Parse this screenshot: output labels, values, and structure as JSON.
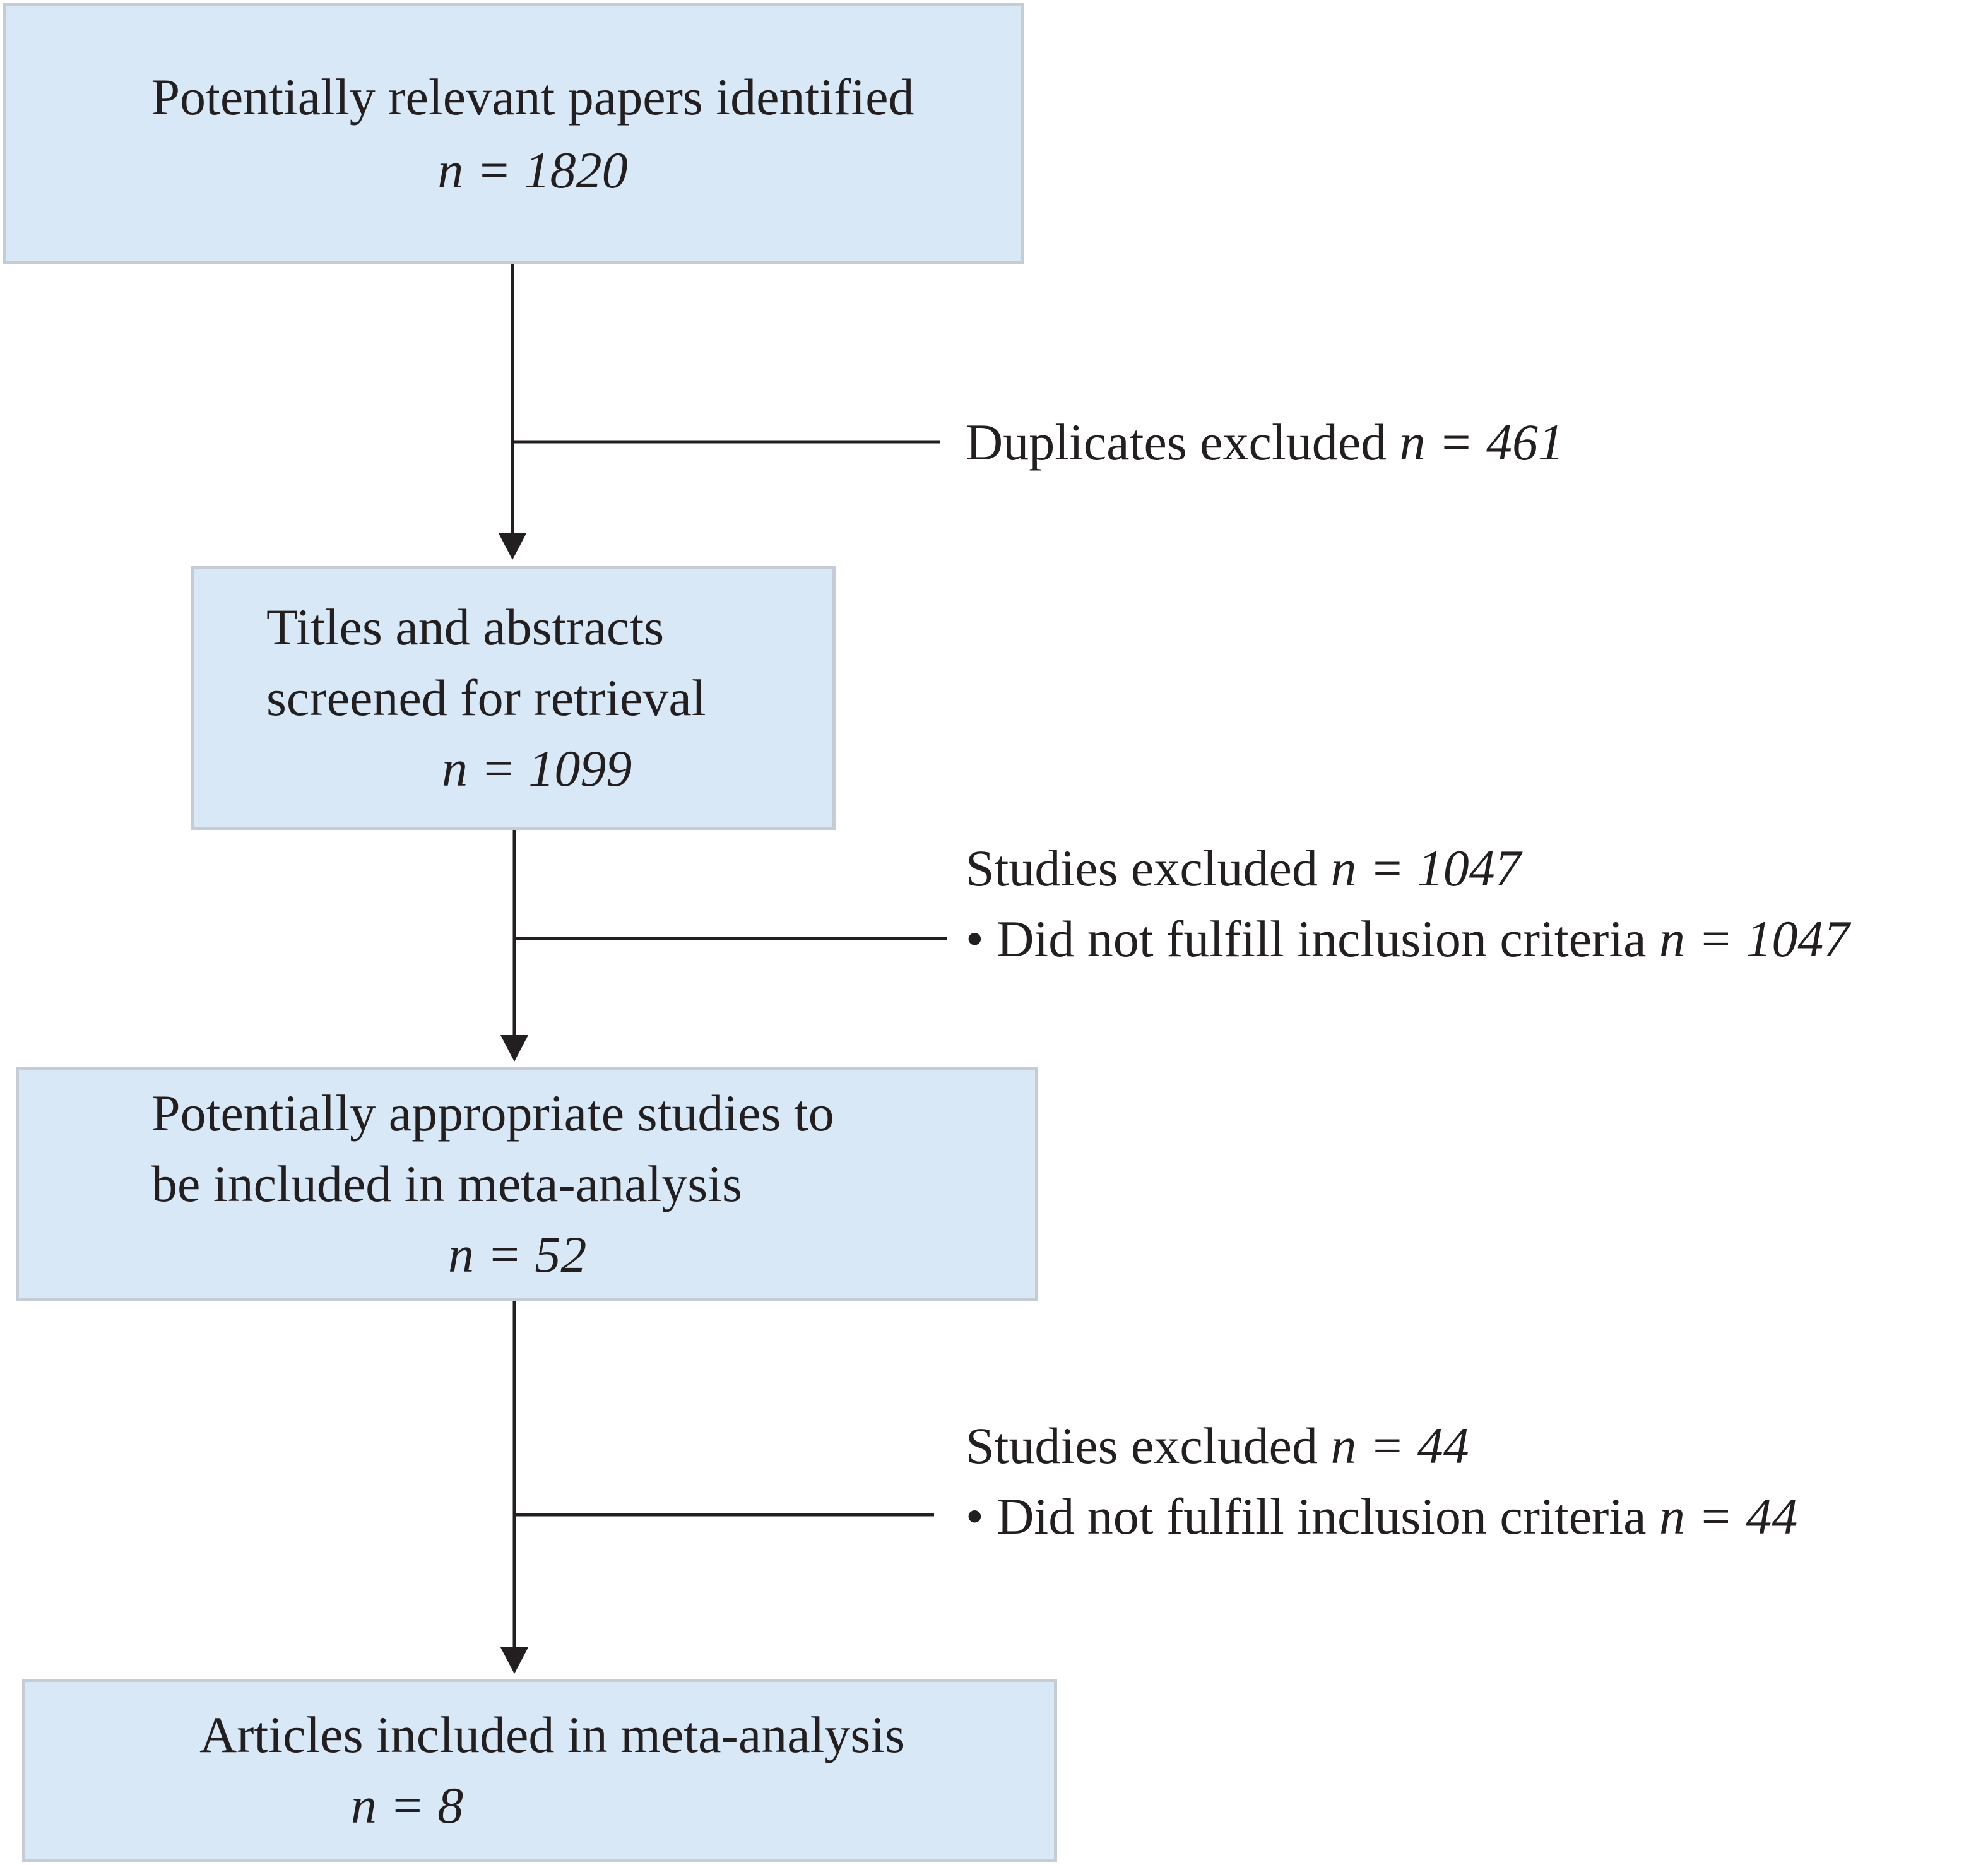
{
  "boxes": {
    "identified": {
      "label": "Potentially relevant papers identified",
      "n": "n = 1820"
    },
    "screened": {
      "label_line1": "Titles and abstracts",
      "label_line2": "screened for retrieval",
      "n": "n = 1099"
    },
    "appropriate": {
      "label_line1": "Potentially appropriate studies to",
      "label_line2": "be included in meta-analysis",
      "n": "n = 52"
    },
    "included": {
      "label": "Articles included in meta-analysis",
      "n": "n = 8"
    }
  },
  "exclusions": {
    "duplicates": {
      "label": "Duplicates excluded",
      "n": "n = 461"
    },
    "screening": {
      "label": "Studies excluded",
      "n": "n = 1047",
      "reason_label": "• Did not fulfill inclusion criteria",
      "reason_n": "n = 1047"
    },
    "eligibility": {
      "label": "Studies excluded",
      "n": "n = 44",
      "reason_label": "• Did not fulfill inclusion criteria",
      "reason_n": "n = 44"
    }
  }
}
